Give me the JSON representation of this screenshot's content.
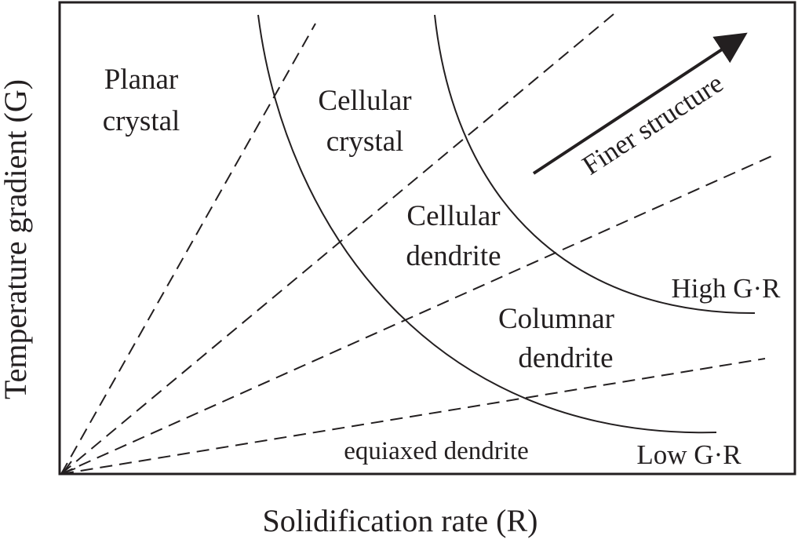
{
  "axes": {
    "y_label": "Temperature gradient (G)",
    "x_label": "Solidification rate (R)"
  },
  "regions": {
    "planar_line1": "Planar",
    "planar_line2": "crystal",
    "cellular_line1": "Cellular",
    "cellular_line2": "crystal",
    "cellular_dendrite_line1": "Cellular",
    "cellular_dendrite_line2": "dendrite",
    "columnar_line1": "Columnar",
    "columnar_line2": "dendrite",
    "equiaxed": "equiaxed dendrite"
  },
  "curves": {
    "high": "High G·R",
    "low": "Low G·R"
  },
  "arrow_label": "Finer structure"
}
